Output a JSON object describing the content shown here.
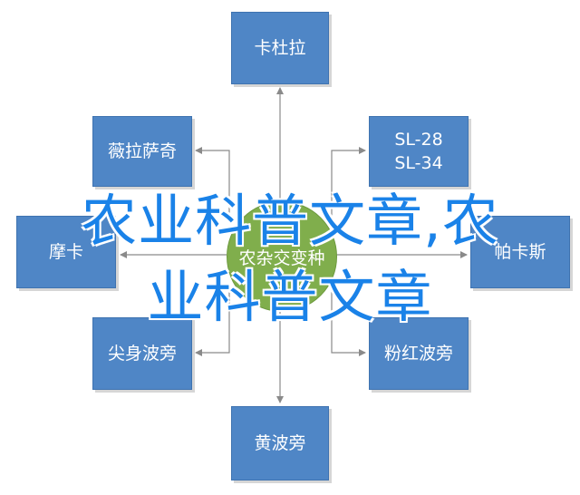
{
  "diagram": {
    "center": "农杂交变种",
    "nodes": {
      "top": "卡杜拉",
      "upper_left": "薇拉萨奇",
      "upper_right_line1": "SL-28",
      "upper_right_line2": "SL-34",
      "left": "摩卡",
      "right": "帕卡斯",
      "lower_left": "尖身波旁",
      "lower_right": "粉红波旁",
      "bottom": "黄波旁"
    }
  },
  "watermark": {
    "line1": "农业科普文章,农",
    "line2": "业科普文章"
  },
  "colors": {
    "node_fill": "#4f86c6",
    "center_fill": "#80ae4c",
    "connector": "#8a8a8a",
    "watermark_text": "#1a82e8"
  }
}
